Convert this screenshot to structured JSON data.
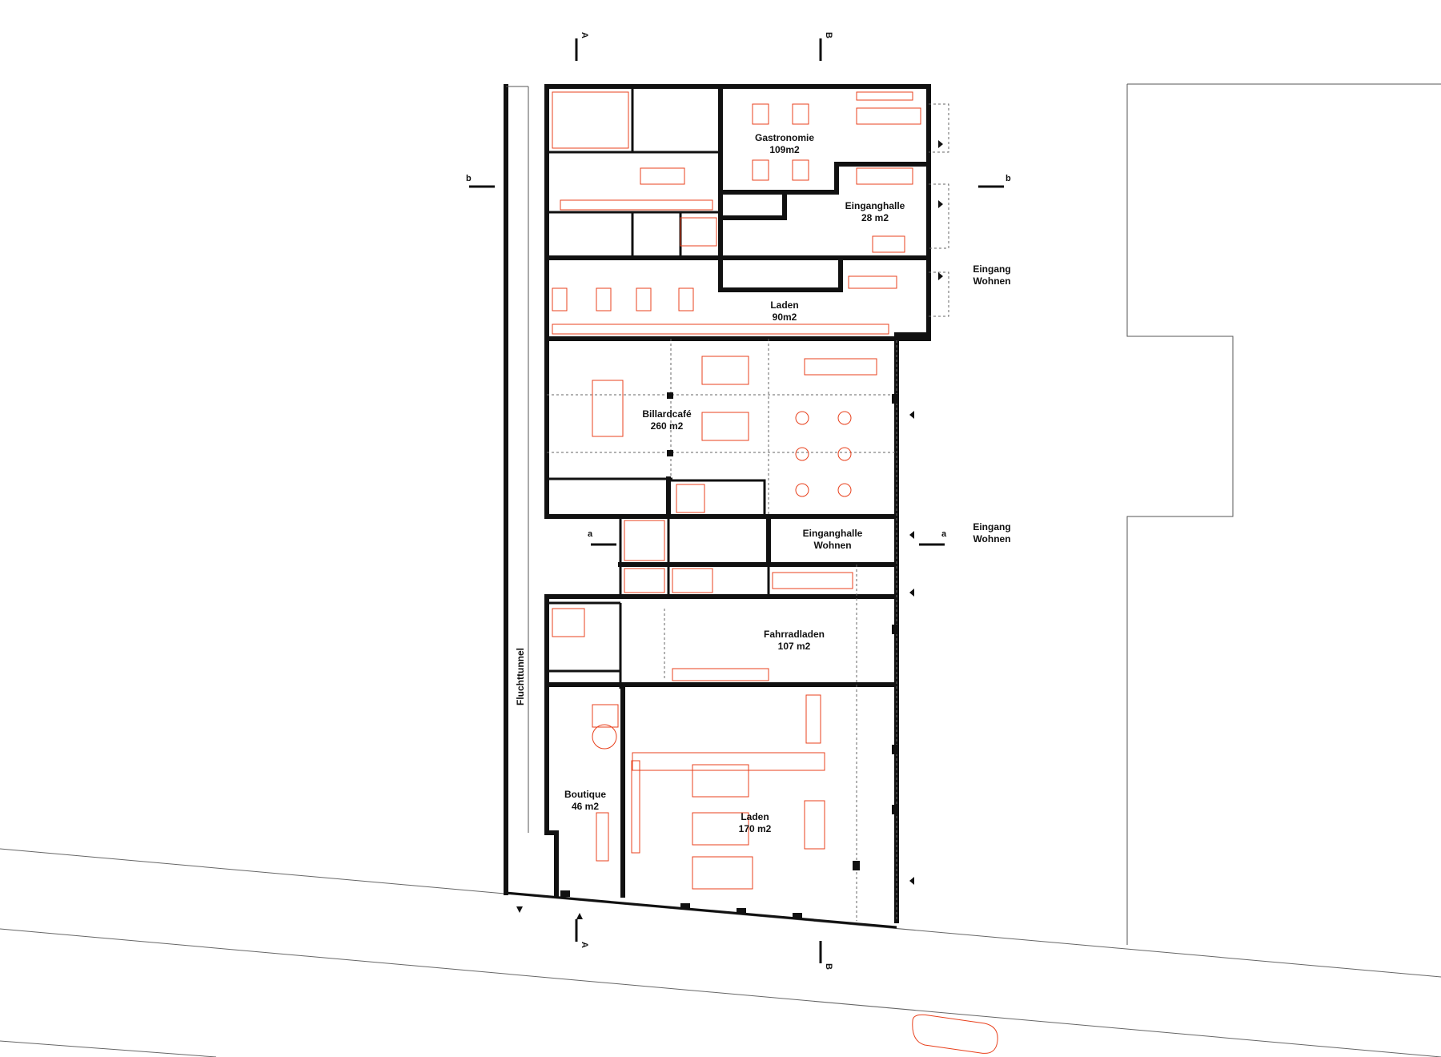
{
  "rooms": {
    "gastronomie": {
      "name": "Gastronomie",
      "area": "109m2"
    },
    "eingangshalle_top": {
      "name": "Einganghalle",
      "area": "28 m2"
    },
    "laden_top": {
      "name": "Laden",
      "area": "90m2"
    },
    "billardcafe": {
      "name": "Billardcafé",
      "area": "260 m2"
    },
    "eingangshalle_wohnen": {
      "name": "Einganghalle",
      "area": "Wohnen"
    },
    "fahrradladen": {
      "name": "Fahrradladen",
      "area": "107 m2"
    },
    "boutique": {
      "name": "Boutique",
      "area": "46 m2"
    },
    "laden_bottom": {
      "name": "Laden",
      "area": "170 m2"
    },
    "fluchttunnel": "Fluchttunnel"
  },
  "entrances": {
    "wohnen_1": {
      "line1": "Eingang",
      "line2": "Wohnen"
    },
    "wohnen_2": {
      "line1": "Eingang",
      "line2": "Wohnen"
    }
  },
  "section_marks": {
    "A_top": "A",
    "A_bottom": "A",
    "B_top": "B",
    "B_bottom": "B",
    "b_left": "b",
    "b_right": "b",
    "a_left": "a",
    "a_right": "a"
  },
  "colors": {
    "walls": "#111111",
    "furniture": "#e8401c",
    "lines": "#666666"
  }
}
